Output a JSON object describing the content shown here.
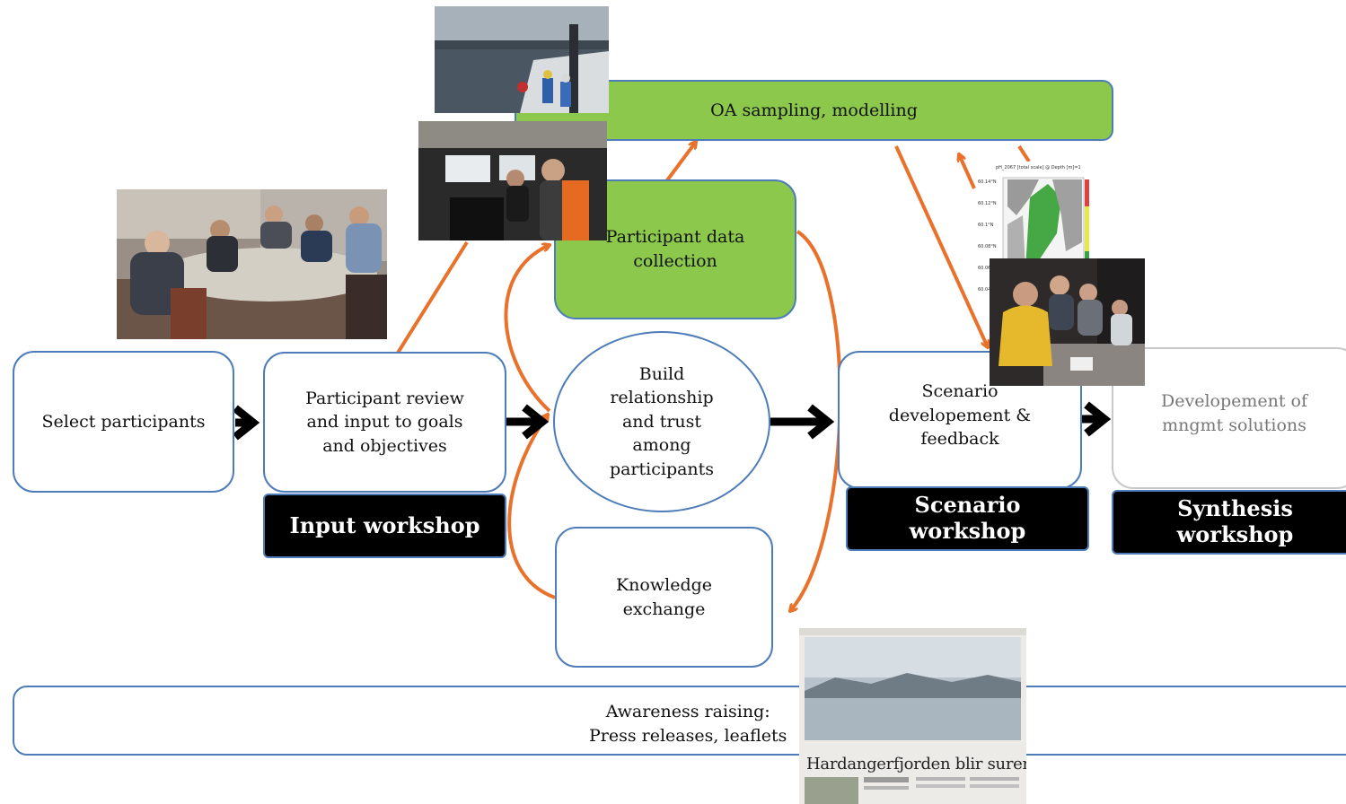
{
  "nodes": {
    "select": "Select participants",
    "review": "Participant review\nand input to goals\nand objectives",
    "build": "Build\nrelationship\nand trust\namong\nparticipants",
    "scenario": "Scenario\ndevelopement &\nfeedback",
    "mngmt": "Developement of\nmngmt solutions",
    "oa": "OA sampling, modelling",
    "pdc": "Participant data\ncollection",
    "knowledge": "Knowledge\nexchange",
    "awareness": "Awareness raising:\nPress releases, leaflets"
  },
  "workshops": {
    "input": "Input workshop",
    "scenario": "Scenario\nworkshop",
    "synthesis": "Synthesis\nworkshop"
  },
  "map_inset": {
    "title": "pH_2067 [total scale] @ Depth [m]=1",
    "ticks": [
      "60.14°N",
      "60.12°N",
      "60.1°N",
      "60.08°N",
      "60.06°N",
      "60.04°N"
    ]
  },
  "newspaper": {
    "headline": "Hardangerfjorden blir surere"
  },
  "colors": {
    "green": "#8cc84b",
    "orange": "#e8712b",
    "blue_border": "#4d7cb8"
  }
}
